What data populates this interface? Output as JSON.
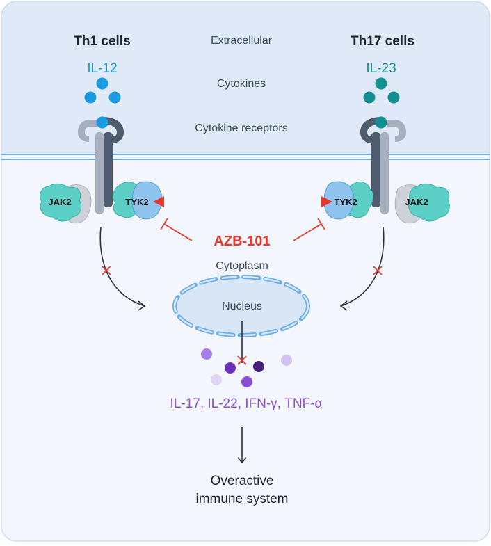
{
  "cells": {
    "left": {
      "title": "Th1 cells",
      "cytokine": "IL-12"
    },
    "right": {
      "title": "Th17 cells",
      "cytokine": "IL-23"
    }
  },
  "regions": {
    "extracellular": "Extracellular",
    "cytokines": "Cytokines",
    "receptors": "Cytokine receptors",
    "cytoplasm": "Cytoplasm",
    "nucleus": "Nucleus"
  },
  "proteins": {
    "jak2": "JAK2",
    "tyk2": "TYK2"
  },
  "drug": {
    "name": "AZB-101",
    "color": "#e8362c"
  },
  "products": "IL-17, IL-22, IFN-γ, TNF-α",
  "outcome": {
    "line1": "Overactive",
    "line2": "immune system"
  },
  "colors": {
    "il12": "#1a9be0",
    "il23": "#138f91",
    "products": "#8b4fd6",
    "jak_teal": "#5ccfc6",
    "tyk_blue": "#8ec4ee",
    "receptor_dark": "#4f5b6e",
    "receptor_light": "#a6afbd"
  }
}
